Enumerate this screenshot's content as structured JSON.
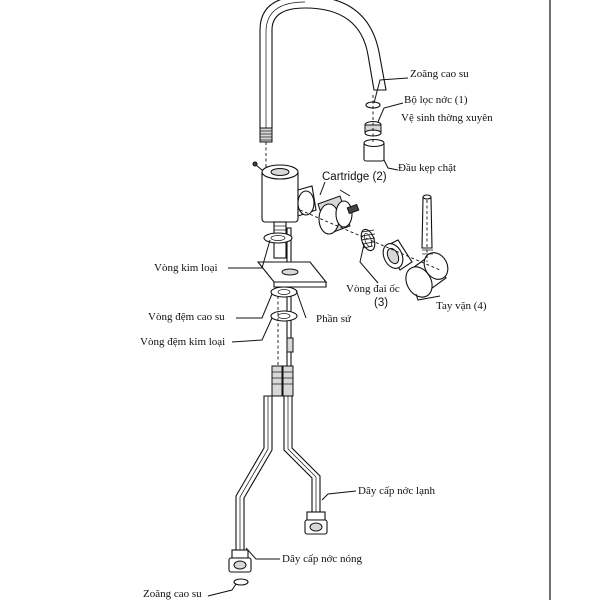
{
  "diagram": {
    "labels": {
      "gasket_top": "Zoăng cao su",
      "filter": "Bộ lọc nớc (1)",
      "clean": "Vệ sinh thờng xuyên",
      "clamp_head": "Đầu kẹp chặt",
      "cartridge": "Cartridge (2)",
      "metal_ring": "Vòng kim loại",
      "nut_ring": "Vòng đai ốc",
      "nut_ring_num": "(3)",
      "handle": "Tay vặn (4)",
      "rubber_washer": "Vòng đệm cao su",
      "ceramic": "Phần sứ",
      "metal_washer": "Vòng đệm kim loại",
      "cold_hose": "Dây cấp nớc lạnh",
      "hot_hose": "Dây cấp nớc nóng",
      "gasket_bottom": "Zoăng cao su"
    }
  }
}
